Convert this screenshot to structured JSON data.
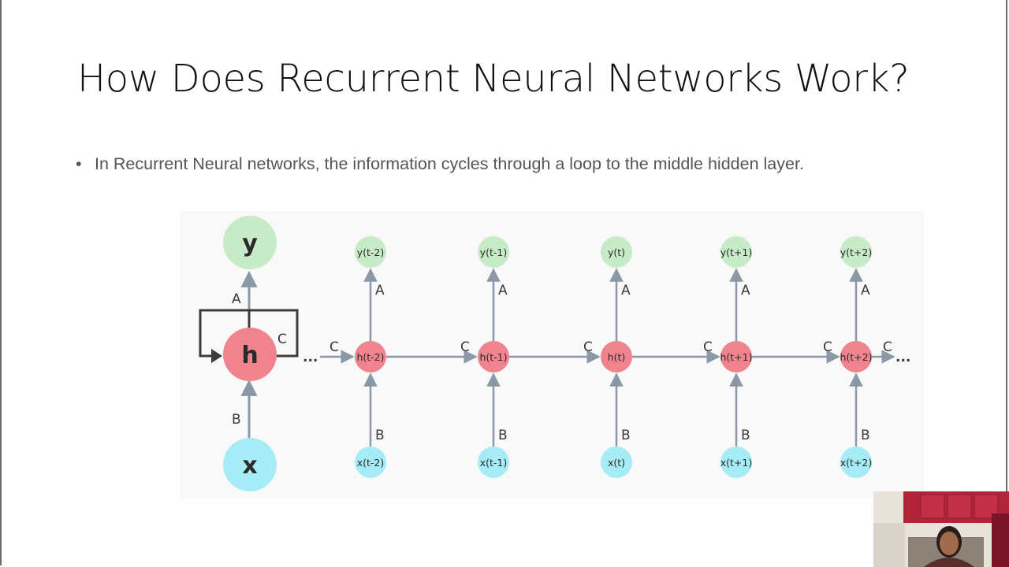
{
  "title": "How Does Recurrent Neural Networks Work?",
  "bullets": [
    "In Recurrent Neural networks, the information cycles through a loop to the middle hidden layer."
  ],
  "diagram": {
    "folded": {
      "output": "y",
      "hidden": "h",
      "input": "x",
      "edge_output": "A",
      "edge_input": "B",
      "edge_loop": "C"
    },
    "unrolled": [
      {
        "y": "y(t-2)",
        "h": "h(t-2)",
        "x": "x(t-2)"
      },
      {
        "y": "y(t-1)",
        "h": "h(t-1)",
        "x": "x(t-1)"
      },
      {
        "y": "y(t)",
        "h": "h(t)",
        "x": "x(t)"
      },
      {
        "y": "y(t+1)",
        "h": "h(t+1)",
        "x": "x(t+1)"
      },
      {
        "y": "y(t+2)",
        "h": "h(t+2)",
        "x": "x(t+2)"
      }
    ],
    "edge_labels": {
      "output": "A",
      "input": "B",
      "recurrent": "C"
    },
    "ellipsis": "...",
    "colors": {
      "output": "#c6ebc6",
      "hidden": "#f0848e",
      "input": "#a6ecf7",
      "arrow": "#8a98a8",
      "loop": "#3b3b3b"
    }
  },
  "webcam": {
    "icon": "presenter-video-icon"
  }
}
